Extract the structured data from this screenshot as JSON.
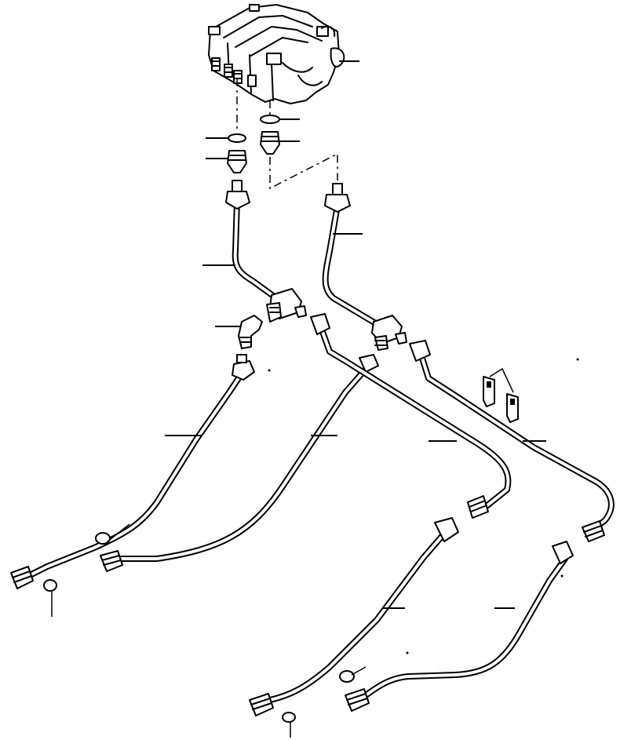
{
  "diagram": {
    "parts": [
      {
        "id": "control-valve",
        "label": ""
      },
      {
        "id": "o-ring-left",
        "label": ""
      },
      {
        "id": "o-ring-right",
        "label": ""
      },
      {
        "id": "adapter-left",
        "label": ""
      },
      {
        "id": "adapter-right",
        "label": ""
      },
      {
        "id": "tube-left-upper",
        "label": ""
      },
      {
        "id": "tube-right-upper",
        "label": ""
      },
      {
        "id": "elbow",
        "label": ""
      },
      {
        "id": "tee-left",
        "label": ""
      },
      {
        "id": "tee-right",
        "label": ""
      },
      {
        "id": "tube-lower-1",
        "label": ""
      },
      {
        "id": "tube-lower-2",
        "label": ""
      },
      {
        "id": "tube-lower-3",
        "label": ""
      },
      {
        "id": "tube-lower-4",
        "label": ""
      },
      {
        "id": "tube-lower-5",
        "label": ""
      },
      {
        "id": "tube-lower-6",
        "label": ""
      },
      {
        "id": "clip",
        "label": ""
      },
      {
        "id": "clamp",
        "label": ""
      }
    ]
  }
}
